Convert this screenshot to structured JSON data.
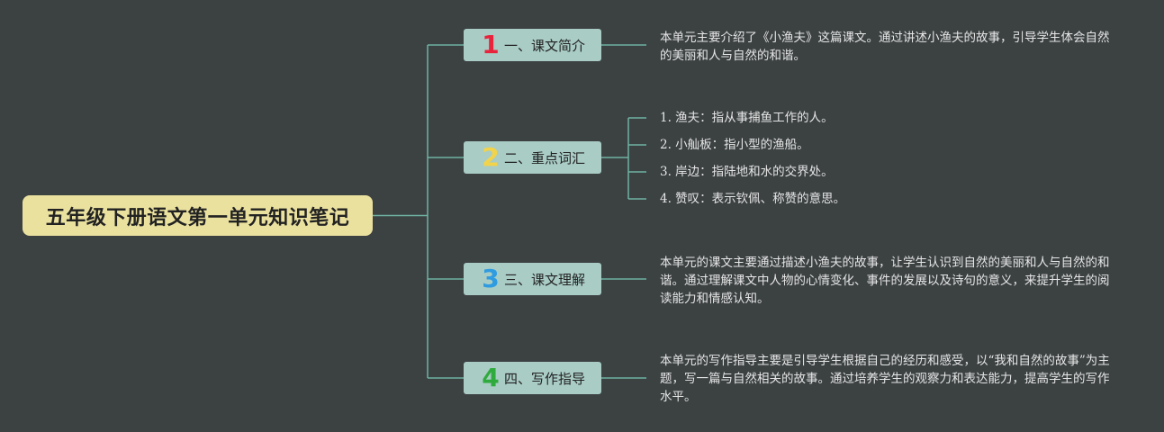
{
  "root": {
    "title": "五年级下册语文第一单元知识笔记"
  },
  "branches": [
    {
      "number": "1",
      "number_color": "#e8243c",
      "label": "一、课文简介",
      "content": "本单元主要介绍了《小渔夫》这篇课文。通过讲述小渔夫的故事，引导学生体会自然的美丽和人与自然的和谐。"
    },
    {
      "number": "2",
      "number_color": "#f2d34a",
      "label": "二、重点词汇",
      "items": [
        "1. 渔夫：指从事捕鱼工作的人。",
        "2. 小舢板：指小型的渔船。",
        "3. 岸边：指陆地和水的交界处。",
        "4. 赞叹：表示钦佩、称赞的意思。"
      ]
    },
    {
      "number": "3",
      "number_color": "#2f9be0",
      "label": "三、课文理解",
      "content": "本单元的课文主要通过描述小渔夫的故事，让学生认识到自然的美丽和人与自然的和谐。通过理解课文中人物的心情变化、事件的发展以及诗句的意义，来提升学生的阅读能力和情感认知。"
    },
    {
      "number": "4",
      "number_color": "#2faa3c",
      "label": "四、写作指导",
      "content": "本单元的写作指导主要是引导学生根据自己的经历和感受，以“我和自然的故事”为主题，写一篇与自然相关的故事。通过培养学生的观察力和表达能力，提高学生的写作水平。"
    }
  ],
  "colors": {
    "background": "#3c4142",
    "root_fill": "#ebe19f",
    "branch_fill": "#a9ccc5",
    "connector": "#6fb3a3",
    "text_light": "#e6e6e6"
  }
}
